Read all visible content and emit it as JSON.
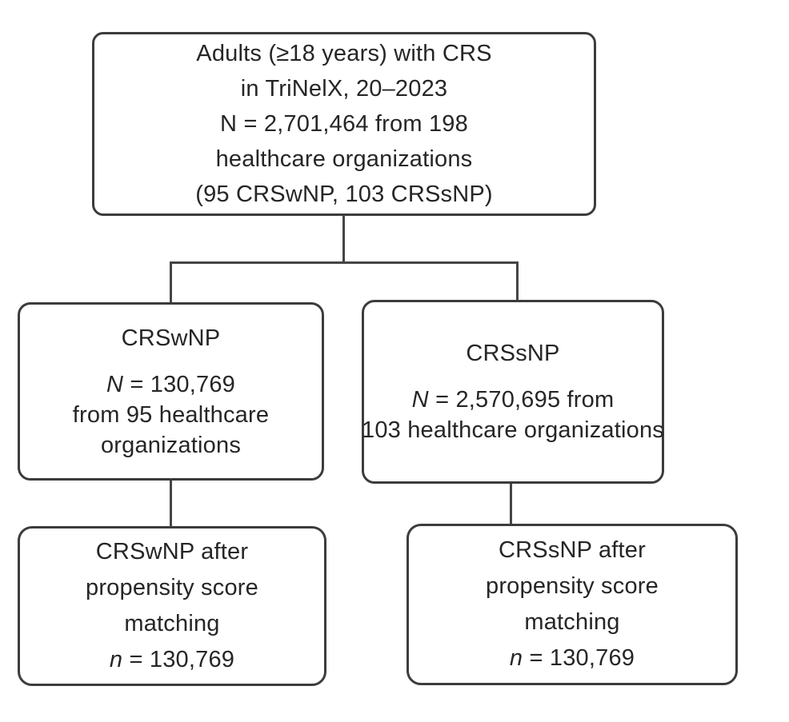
{
  "colors": {
    "background": "#ffffff",
    "box_border": "#3c3c3c",
    "connector_line": "#454545",
    "text": "#262626"
  },
  "boxes": {
    "top": {
      "lines": [
        "Adults (≥18 years) with CRS",
        "in TriNelX, 20–2023",
        "N = 2,701,464 from 198",
        "healthcare organizations",
        "(95 CRSwNP, 103 CRSsNP)"
      ]
    },
    "mid_left": {
      "title": "CRSwNP",
      "n_symbol": "N",
      "n_value": " = 130,769",
      "lines": [
        "from 95 healthcare",
        "organizations"
      ]
    },
    "mid_right": {
      "title": "CRSsNP",
      "n_symbol": "N",
      "n_value": " = 2,570,695 from",
      "lines": [
        "103 healthcare organizations"
      ]
    },
    "bottom_left": {
      "lines": [
        "CRSwNP after",
        "propensity score",
        "matching"
      ],
      "n_symbol": "n",
      "n_value": " = 130,769"
    },
    "bottom_right": {
      "lines": [
        "CRSsNP after",
        "propensity score",
        "matching"
      ],
      "n_symbol": "n",
      "n_value": " = 130,769"
    }
  }
}
